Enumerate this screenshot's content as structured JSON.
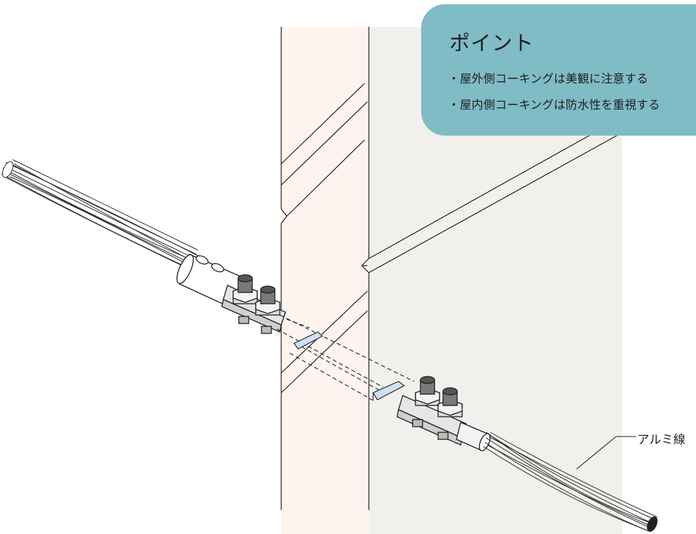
{
  "point_box": {
    "title": "ポイント",
    "items": [
      "・屋外側コーキングは美観に注意する",
      "・屋内側コーキングは防水性を重視する"
    ]
  },
  "labels": {
    "cable": "アルミ線"
  },
  "colors": {
    "outer_wall": "#fdf4ef",
    "inner_wall": "#f1f0ec",
    "point_box": "#7fbcc6",
    "sleeve_highlight": "#cfe0f3",
    "line": "#1e1e1e"
  }
}
